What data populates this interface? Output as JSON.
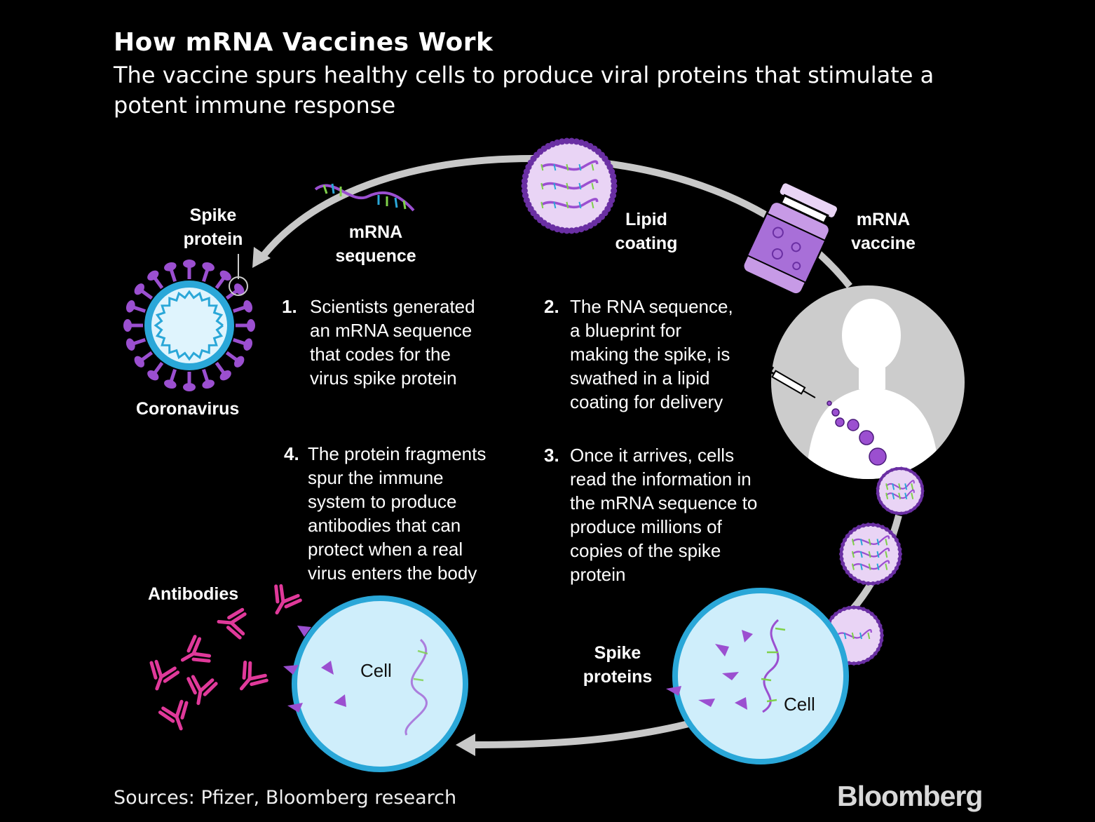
{
  "header": {
    "title": "How mRNA Vaccines Work",
    "subtitle_line1": "The vaccine spurs healthy cells to produce viral proteins that stimulate a",
    "subtitle_line2": "potent immune response"
  },
  "labels": {
    "spike_protein_1": "Spike",
    "spike_protein_2": "protein",
    "coronavirus": "Coronavirus",
    "mrna_sequence_1": "mRNA",
    "mrna_sequence_2": "sequence",
    "lipid_coating_1": "Lipid",
    "lipid_coating_2": "coating",
    "mrna_vaccine_1": "mRNA",
    "mrna_vaccine_2": "vaccine",
    "antibodies": "Antibodies",
    "spike_proteins_1": "Spike",
    "spike_proteins_2": "proteins",
    "cell_left": "Cell",
    "cell_right": "Cell"
  },
  "steps": [
    {
      "num": "1.",
      "lines": [
        "Scientists generated",
        "an mRNA sequence",
        "that codes for the",
        "virus spike protein"
      ]
    },
    {
      "num": "2.",
      "lines": [
        "The RNA sequence,",
        "a blueprint for",
        "making the spike, is",
        "swathed in a lipid",
        "coating for delivery"
      ]
    },
    {
      "num": "3.",
      "lines": [
        "Once it arrives, cells",
        "read the information in",
        "the mRNA sequence to",
        "produce millions of",
        "copies of the spike",
        "protein"
      ]
    },
    {
      "num": "4.",
      "lines": [
        "The protein fragments",
        "spur the immune",
        "system to produce",
        "antibodies that can",
        "protect when a real",
        "virus enters the body"
      ]
    }
  ],
  "footer": {
    "sources": "Sources: Pfizer, Bloomberg research",
    "logo": "Bloomberg"
  },
  "colors": {
    "background": "#000000",
    "arrow": "#c8c8c8",
    "virus_blue": "#2aa7d8",
    "virus_purple": "#9b4fd0",
    "lipid_fill": "#e9d4f5",
    "cell_fill": "#cfeefb",
    "antibody_pink": "#e0399a",
    "strand_green": "#7fd14a"
  }
}
